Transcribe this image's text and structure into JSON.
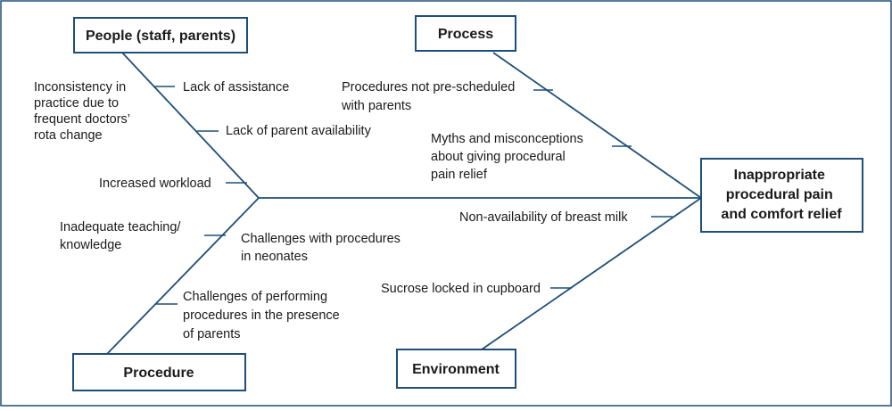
{
  "colors": {
    "line": "#1f4e79",
    "box_border": "#1f4e79",
    "text": "#1a1a1a",
    "outer_border": "#1f4e79"
  },
  "effect": {
    "lines": [
      "Inappropriate",
      "procedural pain",
      "and comfort relief"
    ]
  },
  "categories": {
    "people": "People (staff, parents)",
    "process": "Process",
    "procedure": "Procedure",
    "environment": "Environment"
  },
  "causes": {
    "people": {
      "inconsistency": [
        "Inconsistency in",
        "practice due to",
        "frequent doctors’",
        "rota change"
      ],
      "lack_assistance": [
        "Lack of assistance"
      ],
      "lack_parent": [
        "Lack of parent availability"
      ],
      "workload": [
        "Increased workload"
      ]
    },
    "process": {
      "not_scheduled": [
        "Procedures not pre-scheduled",
        "with parents"
      ],
      "myths": [
        "Myths and misconceptions",
        "about giving procedural",
        "pain relief"
      ]
    },
    "procedure": {
      "teaching": [
        "Inadequate teaching/",
        "knowledge"
      ],
      "challenges_neonates": [
        "Challenges with procedures",
        "in neonates"
      ],
      "challenges_parents": [
        "Challenges of performing",
        "procedures in the presence",
        "of parents"
      ]
    },
    "environment": {
      "breast_milk": [
        "Non-availability of breast milk"
      ],
      "sucrose": [
        "Sucrose locked in cupboard"
      ]
    }
  }
}
